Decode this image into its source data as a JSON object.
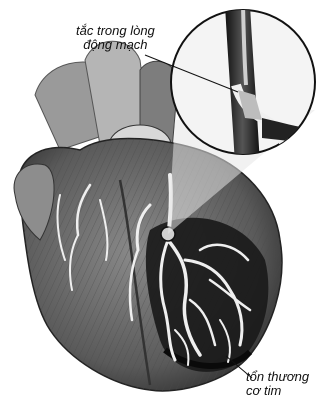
{
  "labels": {
    "occlusion": {
      "line1": "tắc trong lòng",
      "line2": "động mạch"
    },
    "damage": {
      "line1": "tổn thương",
      "line2": "cơ tim"
    }
  },
  "colors": {
    "ink": "#111111",
    "muscle": "#6f6f6f",
    "muscle_dark": "#2e2e2e",
    "highlight": "#dcdcdc",
    "infarct": "#1a1a1a",
    "vessel": "#f2f2f2"
  },
  "icons": [
    "heart-illustration",
    "artery-magnifier-icon",
    "pointer-line"
  ]
}
